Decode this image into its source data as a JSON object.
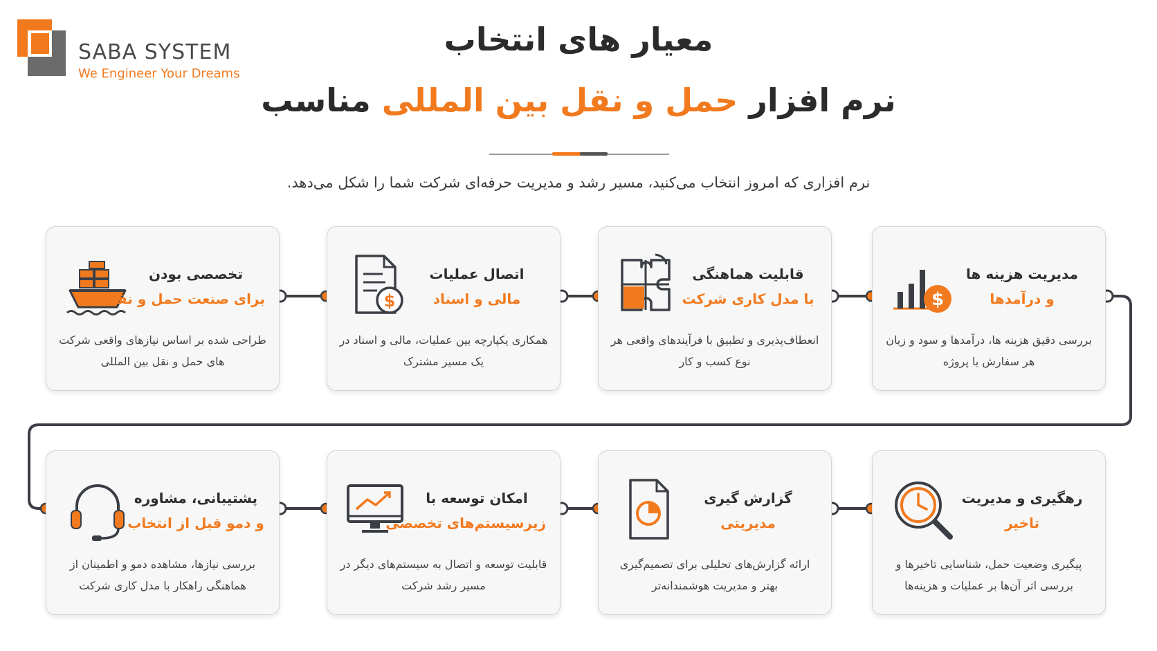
{
  "logo": {
    "name": "SABA SYSTEM",
    "tagline": "We Engineer Your Dreams"
  },
  "header": {
    "title_line1": "معیار های انتخاب",
    "title_line2_part1": "نرم افزار",
    "title_line2_highlight": "حمل و نقل بین المللی",
    "title_line2_part3": "مناسب",
    "subtitle": "نرم افزاری که امروز انتخاب می‌کنید، مسیر رشد و مدیریت حرفه‌ای شرکت شما را شکل می‌دهد."
  },
  "colors": {
    "accent": "#f27a1e",
    "dark": "#333333",
    "card_bg": "#f7f7f7"
  },
  "cards": [
    {
      "title": "مدیریت هزینه ها",
      "subtitle": "و درآمدها",
      "description": "بررسی دقیق هزینه ها، درآمدها و سود و زیان هر سفارش یا پروژه",
      "icon": "chart-dollar-icon"
    },
    {
      "title": "قابلیت هماهنگی",
      "subtitle": "با مدل کاری شرکت",
      "description": "انعطاف‌پذیری و تطبیق با فرآیندهای واقعی هر نوع کسب و کار",
      "icon": "puzzle-icon"
    },
    {
      "title": "اتصال عملیات",
      "subtitle": "مالی و اسناد",
      "description": "همکاری یکپارچه بین عملیات، مالی و اسناد در یک مسیر مشترک",
      "icon": "document-dollar-icon"
    },
    {
      "title": "تخصصی بودن",
      "subtitle": "برای صنعت حمل و نقل",
      "description": "طراحی شده بر اساس نیازهای واقعی شرکت های حمل و نقل بین المللی",
      "icon": "cargo-ship-icon"
    },
    {
      "title": "رهگیری و مدیریت",
      "subtitle": "تاخیر",
      "description": "پیگیری وضعیت حمل، شناسایی تاخیرها و بررسی اثر آن‌ها بر عملیات و هزینه‌ها",
      "icon": "clock-search-icon"
    },
    {
      "title": "گزارش گیری",
      "subtitle": "مدیریتی",
      "description": "ارائه گزارش‌های تحلیلی برای تصمیم‌گیری بهتر و مدیریت هوشمندانه‌تر",
      "icon": "report-pie-icon"
    },
    {
      "title": "امکان توسعه با",
      "subtitle": "زیرسیستم‌های تخصصی",
      "description": "قابلیت توسعه و اتصال به سیستم‌های دیگر در مسیر رشد شرکت",
      "icon": "monitor-growth-icon"
    },
    {
      "title": "پشتیبانی، مشاوره",
      "subtitle": "و دمو قبل از انتخاب",
      "description": "بررسی نیازها، مشاهده دمو و اطمینان از هماهنگی راهکار با مدل کاری شرکت",
      "icon": "headset-icon"
    }
  ]
}
